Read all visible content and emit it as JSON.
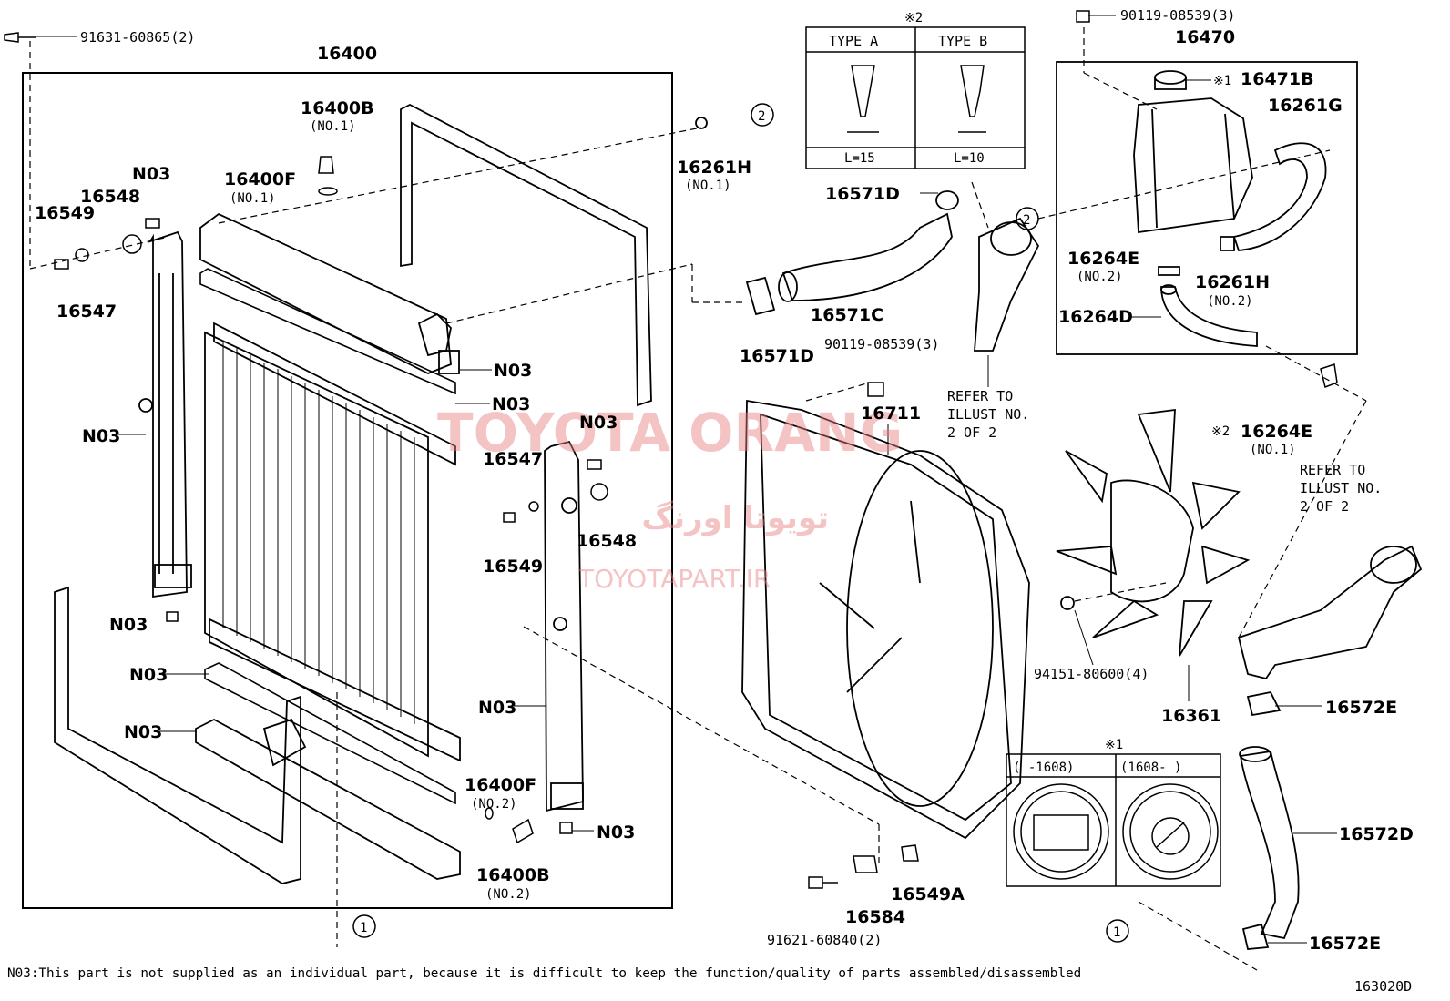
{
  "labels": {
    "p_91631": "91631-60865(2)",
    "p_16400": "16400",
    "p_16400B_1": "16400B",
    "no1_a": "(NO.1)",
    "p_16400F_1": "16400F",
    "no1_b": "(NO.1)",
    "p_16261H_1": "16261H",
    "no1_c": "(NO.1)",
    "n03_a": "N03",
    "p_16548_a": "16548",
    "p_16549_a": "16549",
    "p_16547_a": "16547",
    "n03_b": "N03",
    "n03_c": "N03",
    "n03_d": "N03",
    "n03_e": "N03",
    "n03_f": "N03",
    "n03_g": "N03",
    "n03_h": "N03",
    "p_16547_b": "16547",
    "p_16549_b": "16549",
    "p_16548_b": "16548",
    "n03_i": "N03",
    "p_16400F_2": "16400F",
    "no2_a": "(NO.2)",
    "n03_j": "N03",
    "p_16400B_2": "16400B",
    "no2_b": "(NO.2)",
    "p_16571D_a": "16571D",
    "p_16571C": "16571C",
    "p_16571D_b": "16571D",
    "p_90119_a": "90119-08539(3)",
    "p_16711": "16711",
    "refer_a": [
      "REFER TO",
      "ILLUST NO.",
      "2 OF 2"
    ],
    "p_90119_b": "90119-08539(3)",
    "p_16470": "16470",
    "mark1_16471B": "※1",
    "p_16471B": "16471B",
    "p_16261G": "16261G",
    "p_16264E_2": "16264E",
    "no2_c": "(NO.2)",
    "p_16261H_2": "16261H",
    "no2_d": "(NO.2)",
    "p_16264D": "16264D",
    "mark2_16264E": "※2",
    "p_16264E_1": "16264E",
    "no1_d": "(NO.1)",
    "refer_b": [
      "REFER TO",
      "ILLUST NO.",
      "2 OF 2"
    ],
    "p_94151": "94151-80600(4)",
    "p_16361": "16361",
    "p_16572E_a": "16572E",
    "p_16572D": "16572D",
    "p_16572E_b": "16572E",
    "p_91621": "91621-60840(2)",
    "p_16584": "16584",
    "p_16549A": "16549A",
    "circle1": "1",
    "circle2": "2"
  },
  "type_box": {
    "mark": "※2",
    "type_a": "TYPE A",
    "type_b": "TYPE B",
    "l_a": "L=15",
    "l_b": "L=10"
  },
  "cap_box": {
    "mark": "※1",
    "left_header": "(     -1608)",
    "right_header": "(1608-      )"
  },
  "watermark": {
    "line1": "TOYOTA ORANG",
    "line2": "تویوتا اورنگ",
    "line3": "TOYOTAPART.IR",
    "color": "#e87c7c"
  },
  "footer": {
    "note": "N03:This part is not supplied as an individual part, because it is difficult to keep the function/quality of parts assembled/disassembled",
    "code": "163020D"
  }
}
